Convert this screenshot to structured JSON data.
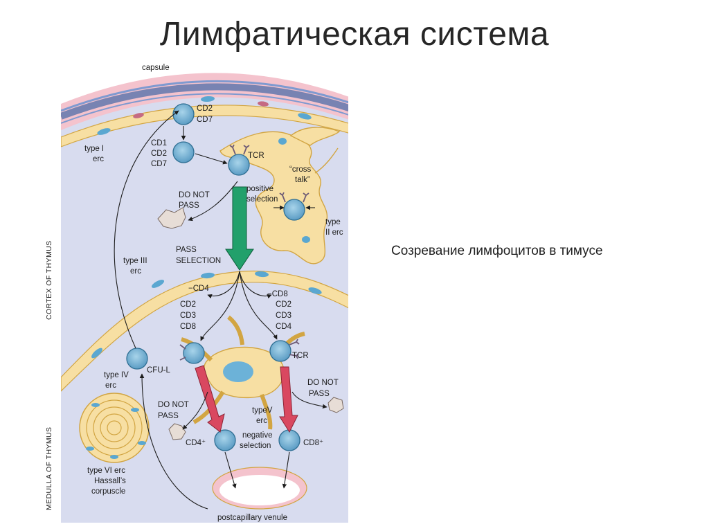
{
  "slide": {
    "title": "Лимфатическая система",
    "caption": "Созревание лимфоцитов в тимусе"
  },
  "diagram": {
    "side_labels": {
      "cortex": "CORTEX OF THYMUS",
      "medulla": "MEDULLA OF THYMUS"
    },
    "labels": {
      "capsule": "capsule",
      "cd2": "CD2",
      "cd7": "CD7",
      "cd1": "CD1",
      "type_i_1": "type I",
      "type_i_2": "erc",
      "tcr_top": "TCR",
      "cross_talk_1": "“cross",
      "cross_talk_2": "talk”",
      "do_not_1": "DO NOT",
      "pass_1": "PASS",
      "positive_1": "positive",
      "selection_1": "selection",
      "type_ii_1": "type",
      "type_ii_2": "II erc",
      "pass_sel_1": "PASS",
      "pass_sel_2": "SELECTION",
      "type_iii_1": "type III",
      "type_iii_2": "erc",
      "minus_cd4": "−CD4",
      "minus_cd8": "−CD8",
      "cd3": "CD3",
      "cd8": "CD8",
      "cd4": "CD4",
      "tcr_bottom": "TCR",
      "type_iv_1": "type IV",
      "type_iv_2": "erc",
      "cfu_l": "CFU-L",
      "type_v_1": "typeV",
      "type_v_2": "erc",
      "do_not_2": "DO NOT",
      "pass_2": "PASS",
      "do_not_3": "DO NOT",
      "pass_3": "PASS",
      "cd4_plus": "CD4⁺",
      "negative_1": "negative",
      "selection_2": "selection",
      "cd8_plus": "CD8⁺",
      "type_vi_1": "type VI erc",
      "hassall_1": "Hassall’s",
      "corpuscle": "corpuscle",
      "postcap": "postcapillary venule"
    }
  },
  "colors": {
    "background": "#d8dcef",
    "epithelial": "#f7dfa3",
    "epithelial_outline": "#d2a542",
    "lymphocyte": "#79b5d6",
    "positive_arrow": "#22a06b",
    "negative_arrow": "#d94860",
    "capsule_pink": "#f4c3cd",
    "capsule_blue": "#5a7cb5"
  }
}
